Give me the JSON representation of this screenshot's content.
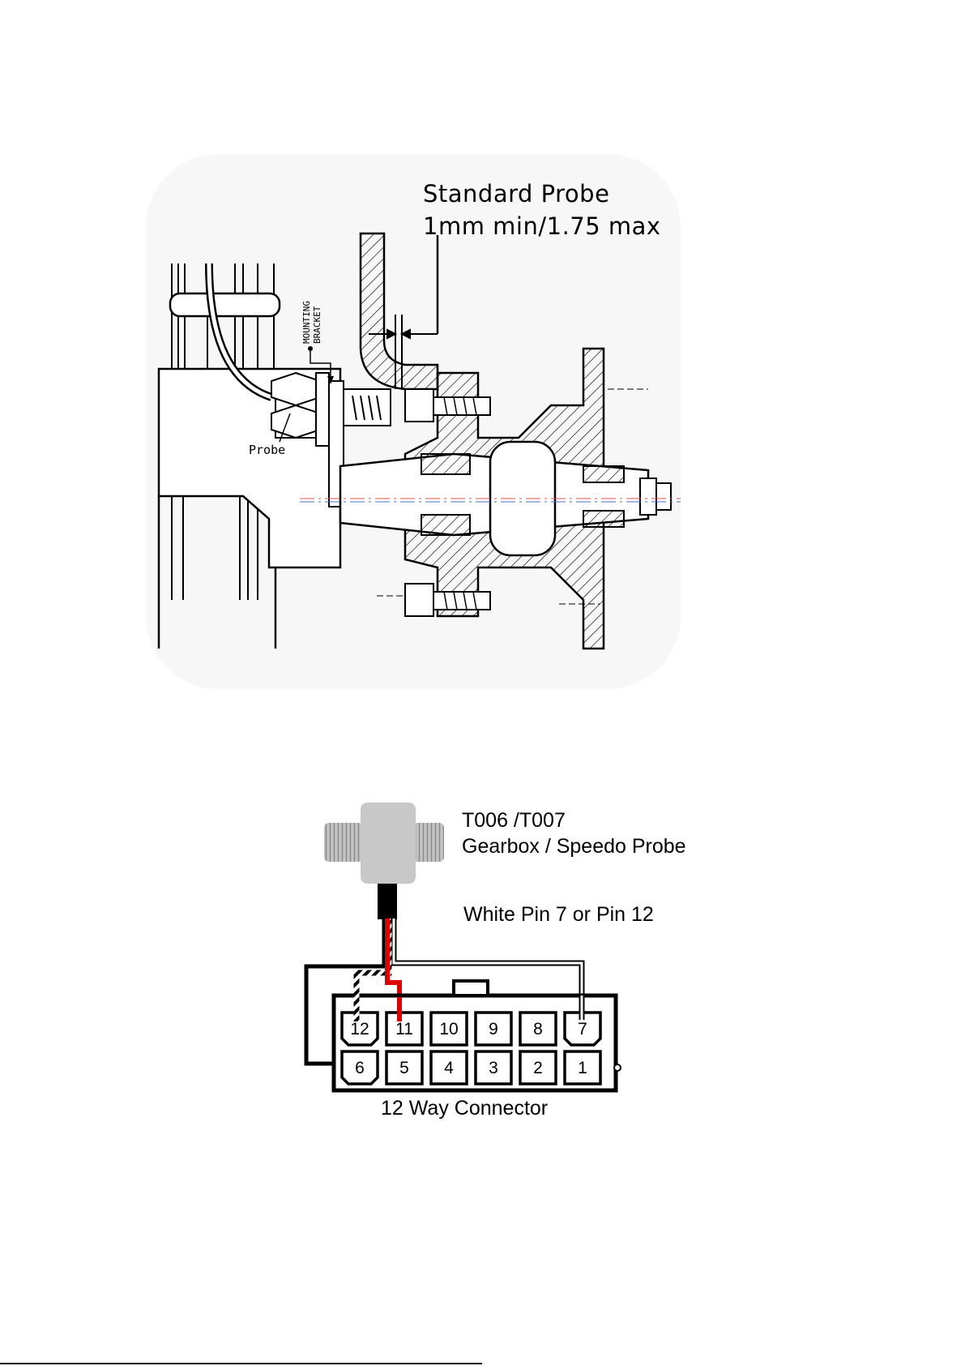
{
  "upper_figure": {
    "heading_line1": "Standard Probe",
    "heading_line2": "1mm min/1.75 max",
    "probe_label": "Probe",
    "bracket_label_line1": "MOUNTING",
    "bracket_label_line2": "BRACKET"
  },
  "lower_figure": {
    "probe_code": "T006 /T007",
    "probe_name": "Gearbox / Speedo Probe",
    "wire_note": "White Pin 7 or Pin 12",
    "connector_caption": "12 Way Connector",
    "pins_top_row": [
      "12",
      "11",
      "10",
      "9",
      "8",
      "7"
    ],
    "pins_bottom_row": [
      "6",
      "5",
      "4",
      "3",
      "2",
      "1"
    ],
    "wire_colors": {
      "signal": "#dd0000",
      "white": "#ffffff",
      "black": "#000000",
      "probe_body": "#c8c8c8"
    }
  }
}
